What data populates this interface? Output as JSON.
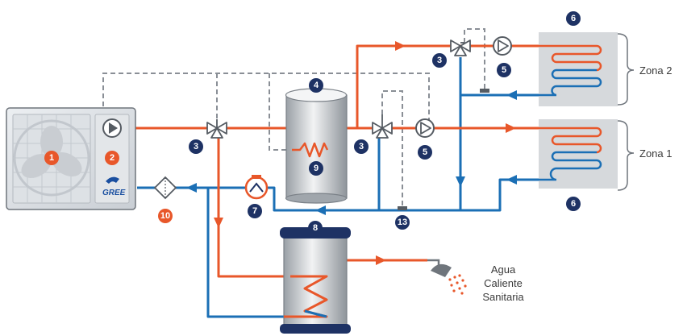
{
  "colors": {
    "hot": "#e8572a",
    "cold": "#1b6fb5",
    "control": "#8a8f96",
    "badge_navy": "#1e3264",
    "badge_orange": "#e8572a",
    "unit_body": "#d9dde2",
    "emitter_panel": "#d6d9dc"
  },
  "badges": [
    {
      "id": "1",
      "text": "1",
      "color": "orange",
      "meaning": "fan-icon"
    },
    {
      "id": "2",
      "text": "2",
      "color": "orange"
    },
    {
      "id": "3a",
      "text": "3",
      "color": "navy"
    },
    {
      "id": "3b",
      "text": "3",
      "color": "navy"
    },
    {
      "id": "3c",
      "text": "3",
      "color": "navy"
    },
    {
      "id": "4",
      "text": "4",
      "color": "navy"
    },
    {
      "id": "5a",
      "text": "5",
      "color": "navy"
    },
    {
      "id": "5b",
      "text": "5",
      "color": "navy"
    },
    {
      "id": "6a",
      "text": "6",
      "color": "navy"
    },
    {
      "id": "6b",
      "text": "6",
      "color": "navy"
    },
    {
      "id": "7",
      "text": "7",
      "color": "navy"
    },
    {
      "id": "8",
      "text": "8",
      "color": "navy"
    },
    {
      "id": "9",
      "text": "9",
      "color": "navy"
    },
    {
      "id": "10",
      "text": "10",
      "color": "orange"
    },
    {
      "id": "13",
      "text": "13",
      "color": "navy"
    }
  ],
  "labels": {
    "zona2": "Zona 2",
    "zona1": "Zona 1",
    "dhw_line1": "Agua",
    "dhw_line2": "Caliente",
    "dhw_line3": "Sanitaria",
    "brand": "GREE"
  }
}
